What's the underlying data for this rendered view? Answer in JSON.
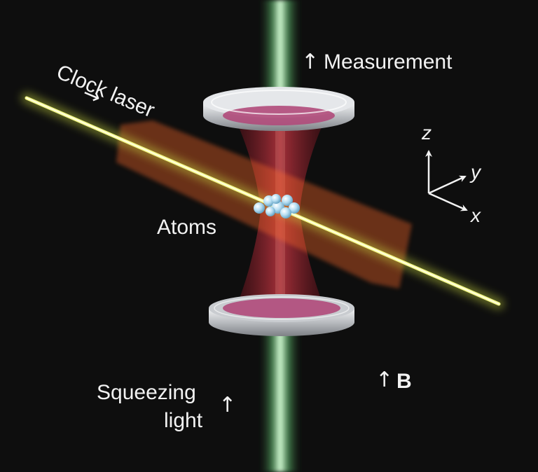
{
  "labels": {
    "clock_laser": "Clock laser",
    "clock_arrow": "→",
    "measurement": "Measurement",
    "measurement_arrow": "↑",
    "atoms": "Atoms",
    "squeezing_line1": "Squeezing",
    "squeezing_line2": "light",
    "squeezing_arrow": "↑",
    "b_arrow": "↑",
    "b_field": "B"
  },
  "axes": {
    "z": "z",
    "y": "y",
    "x": "x"
  },
  "colors": {
    "background": "#0e0e0e",
    "clock_laser": "#e8f06a",
    "cavity_beam": "#9fe0a8",
    "clock_glow": "#ff7a3a",
    "cavity_mode": "#c8283a",
    "mirror": "#d6d9dc",
    "mirror_coating": "#b04a7a",
    "atom": "#a9d6ee",
    "text": "#f2f2f2"
  }
}
